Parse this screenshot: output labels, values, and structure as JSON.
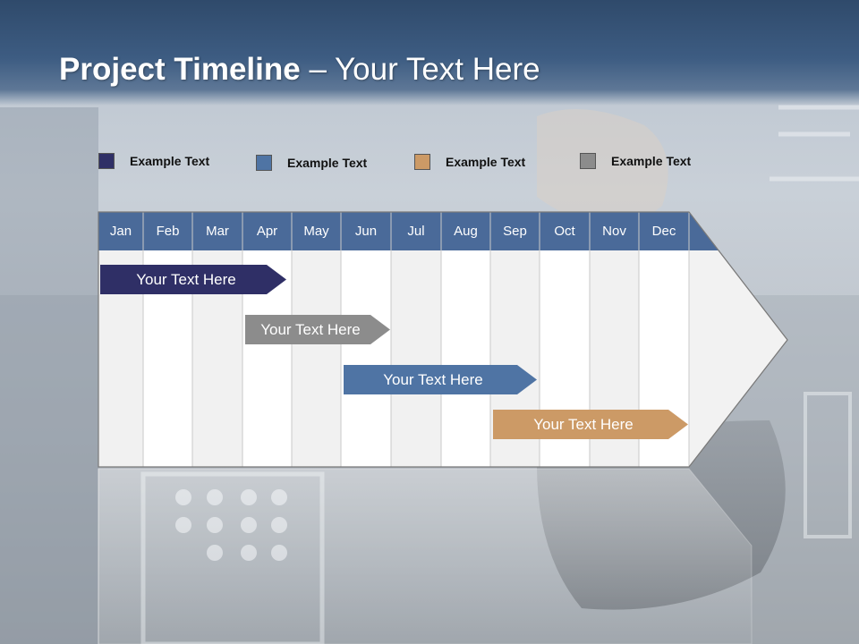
{
  "slide": {
    "title_bold": "Project Timeline",
    "title_rest": " – Your Text Here"
  },
  "colors": {
    "navy": "#2f2f66",
    "gray": "#8c8c8c",
    "steel_blue": "#4f74a4",
    "tan": "#cc9a66",
    "header_blue": "#4a6a99"
  },
  "legend": [
    {
      "label": "Example Text",
      "color": "#2f2f66"
    },
    {
      "label": "Example Text",
      "color": "#4f74a4"
    },
    {
      "label": "Example Text",
      "color": "#cc9a66"
    },
    {
      "label": "Example Text",
      "color": "#8c8c8c"
    }
  ],
  "timeline": {
    "months": [
      "Jan",
      "Feb",
      "Mar",
      "Apr",
      "May",
      "Jun",
      "Jul",
      "Aug",
      "Sep",
      "Oct",
      "Nov",
      "Dec"
    ],
    "tasks": [
      {
        "label": "Your  Text Here",
        "color": "#2f2f66"
      },
      {
        "label": "Your  Text Here",
        "color": "#8c8c8c"
      },
      {
        "label": "Your  Text Here",
        "color": "#4f74a4"
      },
      {
        "label": "Your  Text Here",
        "color": "#cc9a66"
      }
    ]
  }
}
